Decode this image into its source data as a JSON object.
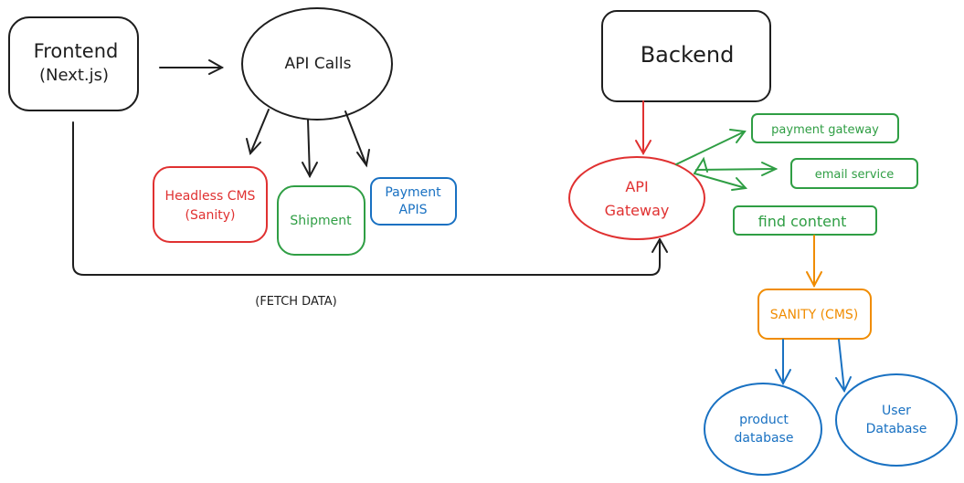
{
  "colors": {
    "black": "#1e1e1e",
    "red": "#e03131",
    "green": "#2f9e44",
    "blue": "#1971c2",
    "orange": "#f08c00"
  },
  "nodes": {
    "frontend": {
      "line1": "Frontend",
      "line2": "(Next.js)"
    },
    "api_calls": {
      "label": "API Calls"
    },
    "backend": {
      "label": "Backend"
    },
    "headless_cms": {
      "line1": "Headless CMS",
      "line2": "(Sanity)"
    },
    "shipment": {
      "label": "Shipment"
    },
    "payment_apis": {
      "line1": "Payment",
      "line2": "APIS"
    },
    "api_gateway": {
      "line1": "API",
      "line2": "Gateway"
    },
    "payment_gateway": {
      "label": "payment gateway"
    },
    "email_service": {
      "label": "email service"
    },
    "find_content": {
      "label": "find content"
    },
    "sanity_cms": {
      "label": "SANITY (CMS)"
    },
    "product_database": {
      "line1": "product",
      "line2": "database"
    },
    "user_database": {
      "line1": "User",
      "line2": "Database"
    }
  },
  "edges": {
    "fetch_data_label": "(FETCH DATA)"
  }
}
